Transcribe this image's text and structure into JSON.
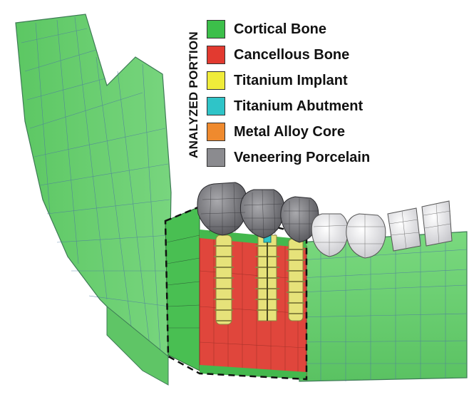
{
  "legend": {
    "title": "ANALYZED PORTION",
    "items": [
      {
        "label": "Cortical Bone",
        "color": "#3cbf4a"
      },
      {
        "label": "Cancellous Bone",
        "color": "#e23a30"
      },
      {
        "label": "Titanium Implant",
        "color": "#f0ec3a"
      },
      {
        "label": "Titanium Abutment",
        "color": "#2fc4c8"
      },
      {
        "label": "Metal Alloy Core",
        "color": "#ef8a2e"
      },
      {
        "label": "Veneering Porcelain",
        "color": "#8b8b8f"
      }
    ]
  },
  "colors": {
    "mesh_green": "#6bd272",
    "mesh_line": "#4a6a8a",
    "section_red": "#e0463c",
    "implant_yellow": "#e6e27a",
    "crown_gray": "#8a8a8e",
    "tooth_white": "#f2f2f4"
  }
}
